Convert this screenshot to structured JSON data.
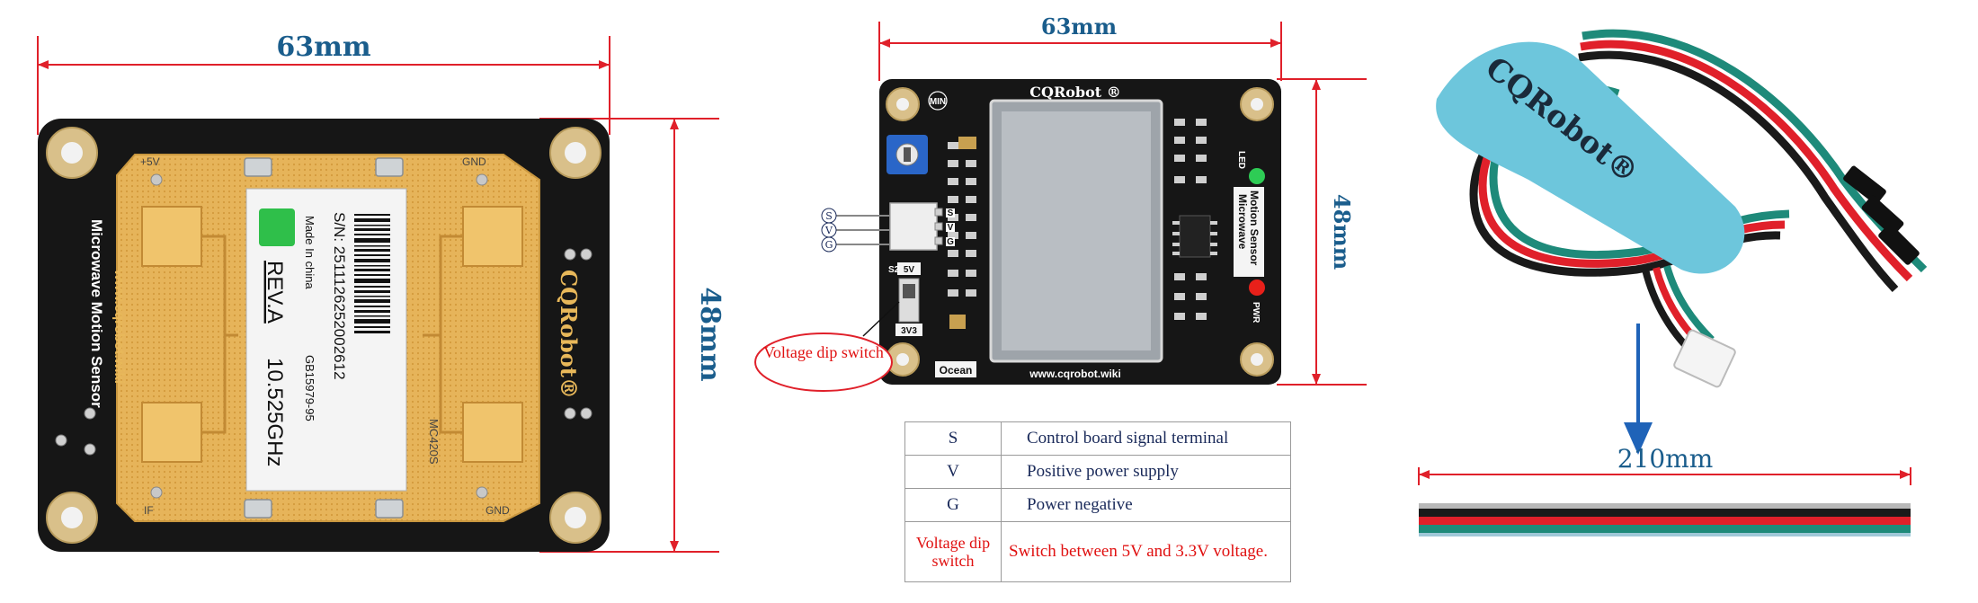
{
  "left_board": {
    "width_label": "63mm",
    "height_label": "48mm",
    "brand": "CQRobot®",
    "side_title": "Microwave Motion Sensor",
    "side_url": "www.cqrobot.wiki",
    "label_sn": "S/N: 2511126252002612",
    "label_origin": "Made In china",
    "label_rev": "REV.A",
    "label_freq": "10.525GHz",
    "label_std": "GB15979-95",
    "model": "MC420S",
    "pad_5v": "+5V",
    "pad_gnd_top": "GND",
    "pad_if": "IF",
    "pad_gnd_bottom": "GND"
  },
  "middle_board": {
    "width_label": "63mm",
    "height_label": "48mm",
    "brand": "CQRobot ®",
    "url": "www.cqrobot.wiki",
    "ocean": "Ocean",
    "min": "MIN",
    "led": "LED",
    "pwr": "PWR",
    "label_line1": "Motion Sensor",
    "label_line2": "Microwave",
    "s5v": "5V",
    "s3v3": "3V3",
    "s2": "S2",
    "pins": [
      "S",
      "V",
      "G"
    ],
    "callout": "Voltage dip switch"
  },
  "pin_table": [
    {
      "key": "S",
      "value": "Control board signal terminal"
    },
    {
      "key": "V",
      "value": "Positive power supply"
    },
    {
      "key": "G",
      "value": "Power negative"
    },
    {
      "key": "Voltage dip switch",
      "value": "Switch between 5V and 3.3V voltage."
    }
  ],
  "cable": {
    "strap_text": "CQRobot®",
    "length_label": "210mm"
  },
  "colors": {
    "dimension": "#1a5d8c",
    "red_line": "#e0202a",
    "board": "#161616",
    "antenna": "#e8b85a",
    "strap": "#6dc6dc"
  }
}
